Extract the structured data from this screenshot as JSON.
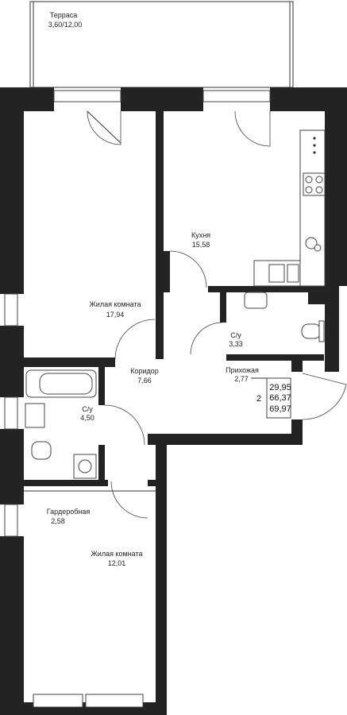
{
  "rooms": {
    "terrace": {
      "name": "Терраса",
      "area": "3,60/12,00"
    },
    "kitchen": {
      "name": "Кухня",
      "area": "15,58"
    },
    "living1": {
      "name": "Жилая комната",
      "area": "17,94"
    },
    "bath1": {
      "name": "С/у",
      "area": "3,33"
    },
    "corridor": {
      "name": "Коридор",
      "area": "7,66"
    },
    "hall": {
      "name": "Прихожая",
      "area": "2,77"
    },
    "bath2": {
      "name": "С/у",
      "area": "4,50"
    },
    "wardrobe": {
      "name": "Гардеробная",
      "area": "2,58"
    },
    "living2": {
      "name": "Жилая комната",
      "area": "12,01"
    }
  },
  "summary": {
    "rooms_count": "2",
    "area_living": "29,95",
    "area_total": "66,37",
    "area_with_terrace": "69,97"
  },
  "colors": {
    "wall": "#232323",
    "line": "#333333",
    "background": "#ffffff"
  }
}
